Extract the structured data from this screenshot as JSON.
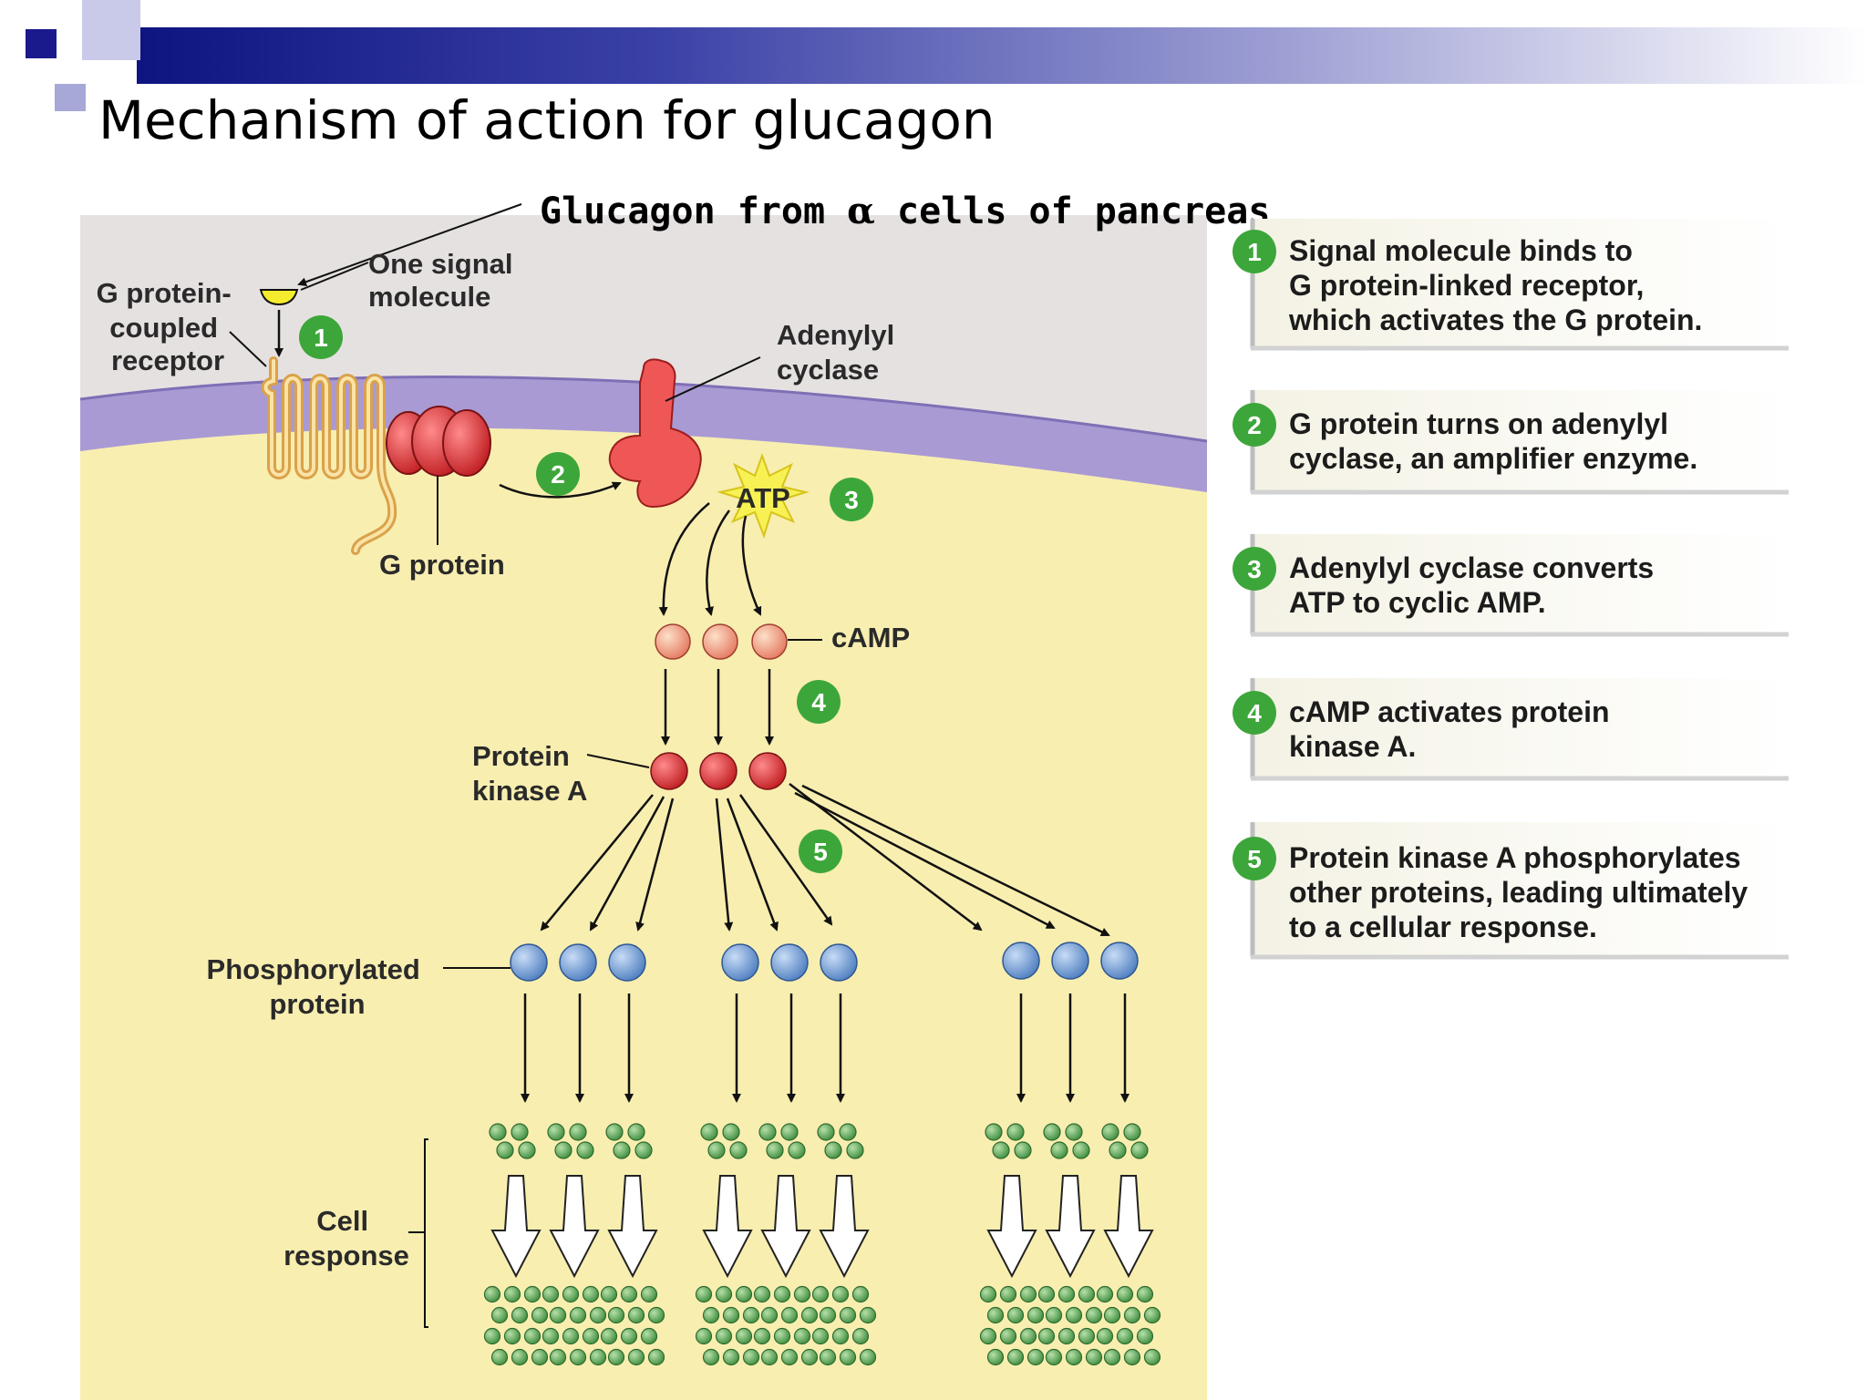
{
  "slide_title": "Mechanism of action for glucagon",
  "subtitle_prefix": "Glucagon from ",
  "subtitle_symbol": "α",
  "subtitle_suffix": " cells of pancreas",
  "labels": {
    "receptor": [
      "G protein-",
      "coupled",
      "receptor"
    ],
    "signal_molecule": [
      "One signal",
      "molecule"
    ],
    "adenylyl_cyclase": [
      "Adenylyl",
      "cyclase"
    ],
    "g_protein": "G protein",
    "atp": "ATP",
    "camp": "cAMP",
    "protein_kinase_a": [
      "Protein",
      "kinase A"
    ],
    "phosphorylated_protein": [
      "Phosphorylated",
      "protein"
    ],
    "cell_response": [
      "Cell",
      "response"
    ]
  },
  "step_markers": [
    "1",
    "2",
    "3",
    "4",
    "5"
  ],
  "steps": [
    {
      "num": "1",
      "lines": [
        "Signal molecule binds to",
        "G protein-linked receptor,",
        "which activates the G protein."
      ]
    },
    {
      "num": "2",
      "lines": [
        "G protein turns on adenylyl",
        "cyclase, an amplifier enzyme."
      ]
    },
    {
      "num": "3",
      "lines": [
        "Adenylyl cyclase converts",
        "ATP to cyclic AMP."
      ]
    },
    {
      "num": "4",
      "lines": [
        "cAMP activates protein",
        "kinase A."
      ]
    },
    {
      "num": "5",
      "lines": [
        "Protein kinase A phosphorylates",
        "other proteins, leading ultimately",
        "to a cellular response."
      ]
    }
  ],
  "colors": {
    "extracellular": "#e6e1e1",
    "cytoplasm": "#f8eeb0",
    "membrane": "#a99ad4",
    "step_green": "#3da63a",
    "protein_red": "#d93a3c",
    "phospho_blue": "#6e96cf",
    "response_green": "#4f9f4f"
  }
}
